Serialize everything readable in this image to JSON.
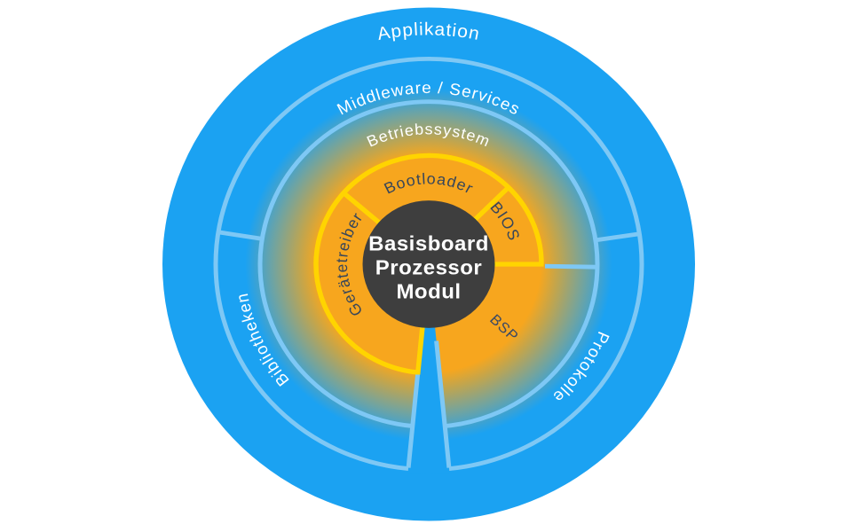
{
  "diagram": {
    "type": "concentric-architecture-diagram",
    "center": {
      "line1": "Basisboard",
      "line2": "Prozessor",
      "line3": "Modul"
    },
    "core_segments": {
      "bootloader": "Bootloader",
      "bios": "BIOS",
      "geraetetreiber": "Gerätetreiber",
      "bsp": "BSP"
    },
    "rings": {
      "betriebssystem": "Betriebssystem",
      "middleware": "Middleware / Services",
      "applikation": "Applikation"
    },
    "side_sectors": {
      "bibliotheken": "Bibliotheken",
      "protokolle": "Protokolle"
    },
    "colors": {
      "background_blue": "#1BA2F2",
      "ring_line_light_blue": "#7EC8F5",
      "segment_orange": "#F7A61E",
      "segment_border_yellow": "#FFD400",
      "core_dark": "#3E3E3E",
      "segment_label_dark": "#37465A",
      "ring_label_white": "#FFFFFF"
    }
  }
}
